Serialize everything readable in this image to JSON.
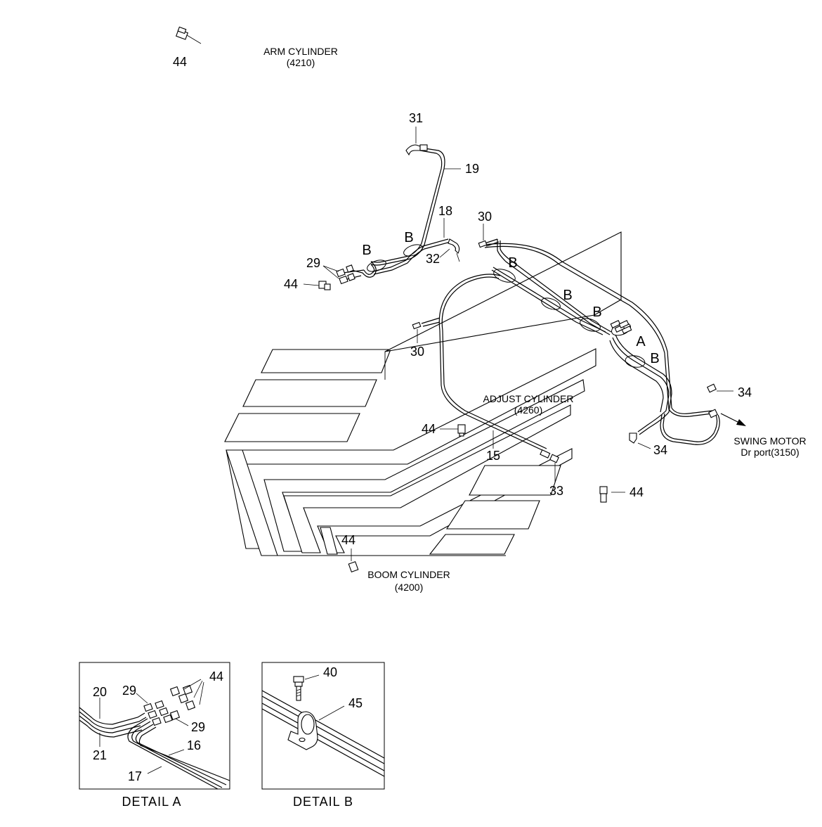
{
  "labels": {
    "arm_cylinder": "ARM CYLINDER",
    "arm_cylinder_code": "(4210)",
    "adjust_cylinder": "ADJUST CYLINDER",
    "adjust_cylinder_code": "(4260)",
    "boom_cylinder": "BOOM CYLINDER",
    "boom_cylinder_code": "(4200)",
    "swing_motor": "SWING MOTOR",
    "swing_motor_port": "Dr port(3150)"
  },
  "part_numbers": {
    "p44_top": "44",
    "p31": "31",
    "p19": "19",
    "p18": "18",
    "p30_top": "30",
    "p29": "29",
    "p44_left": "44",
    "p32": "32",
    "p30_mid": "30",
    "p44_mid": "44",
    "p15": "15",
    "p33": "33",
    "p44_right": "44",
    "p34_upper": "34",
    "p34_lower": "34",
    "p44_bottom": "44"
  },
  "detail_letters": {
    "b1": "B",
    "b2": "B",
    "b3": "B",
    "b4": "B",
    "b5": "B",
    "b6": "B",
    "a1": "A"
  },
  "detail_a": {
    "caption": "DETAIL  A",
    "p20": "20",
    "p29_top": "29",
    "p44": "44",
    "p29_bottom": "29",
    "p21": "21",
    "p16": "16",
    "p17": "17"
  },
  "detail_b": {
    "caption": "DETAIL  B",
    "p40": "40",
    "p45": "45"
  }
}
